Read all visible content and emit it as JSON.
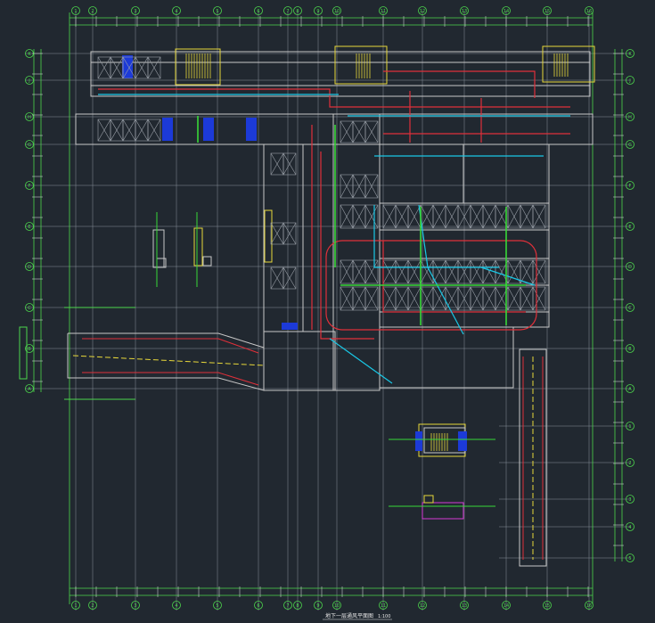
{
  "drawing": {
    "title": "地下一层通风平面图",
    "scale": "1:100"
  },
  "colors": {
    "background": "#212830",
    "grid": "#8a929b",
    "axis_green": "#4cd64c",
    "wall": "#c8c8c8",
    "duct_red": "#e0303a",
    "duct_cyan": "#19c8e6",
    "duct_green": "#38d838",
    "blue_fill": "#1c3ad8",
    "yellow": "#e8d83a",
    "magenta": "#d63ad6",
    "white_text": "#e6e6e6"
  },
  "axes": {
    "top_labels": [
      "1",
      "2",
      "3",
      "4",
      "5",
      "6",
      "7",
      "8",
      "9",
      "10",
      "11",
      "12",
      "13",
      "14",
      "15",
      "16"
    ],
    "left_labels": [
      "K",
      "J",
      "H",
      "G",
      "F",
      "E",
      "D",
      "C",
      "B",
      "A"
    ],
    "right_labels": [
      "K",
      "J",
      "H",
      "G",
      "F",
      "E",
      "D",
      "C",
      "B",
      "A",
      "1",
      "2",
      "3",
      "4",
      "5"
    ]
  },
  "icons": {
    "stairs": "stair-hatch",
    "axis_bubble": "circle-tag"
  }
}
